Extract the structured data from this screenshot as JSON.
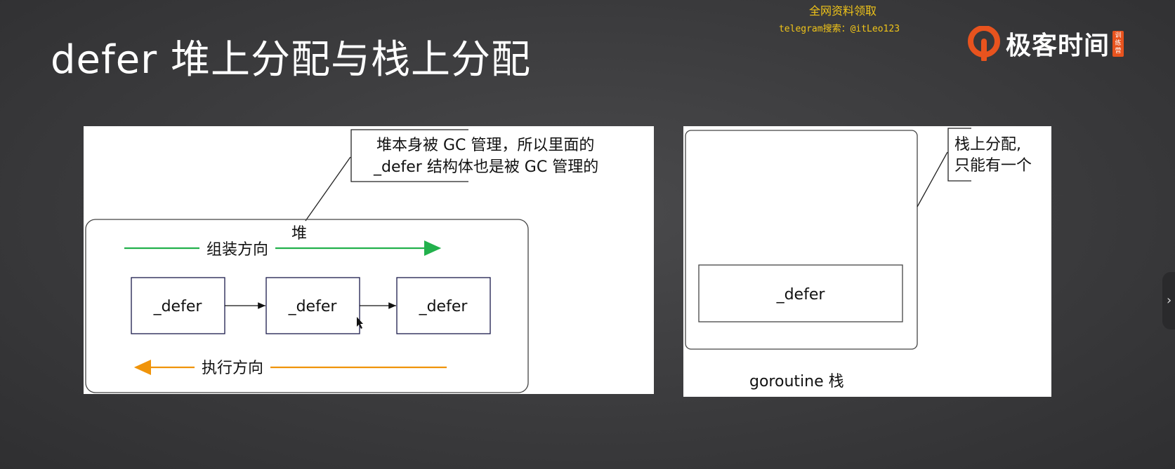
{
  "slide": {
    "title": "defer 堆上分配与栈上分配"
  },
  "watermark": {
    "line1": "全网资料领取",
    "line2": "telegram搜索：@itLeo123"
  },
  "logo": {
    "icon": "geek-time-logo-icon",
    "text": "极客时间",
    "badge": "训练营",
    "brand_color": "#e8531e"
  },
  "heap_diagram": {
    "callout": [
      "堆本身被 GC 管理，所以里面的",
      "_defer 结构体也是被 GC 管理的"
    ],
    "container_label": "堆",
    "assemble_label": "组装方向",
    "assemble_color": "#22b14c",
    "execute_label": "执行方向",
    "execute_color": "#f0940a",
    "nodes": [
      "_defer",
      "_defer",
      "_defer"
    ]
  },
  "stack_diagram": {
    "callout": [
      "栈上分配,",
      "只能有一个"
    ],
    "node": "_defer",
    "caption": "goroutine 栈"
  },
  "next_button": {
    "icon": "chevron-right-icon",
    "glyph": "›"
  }
}
